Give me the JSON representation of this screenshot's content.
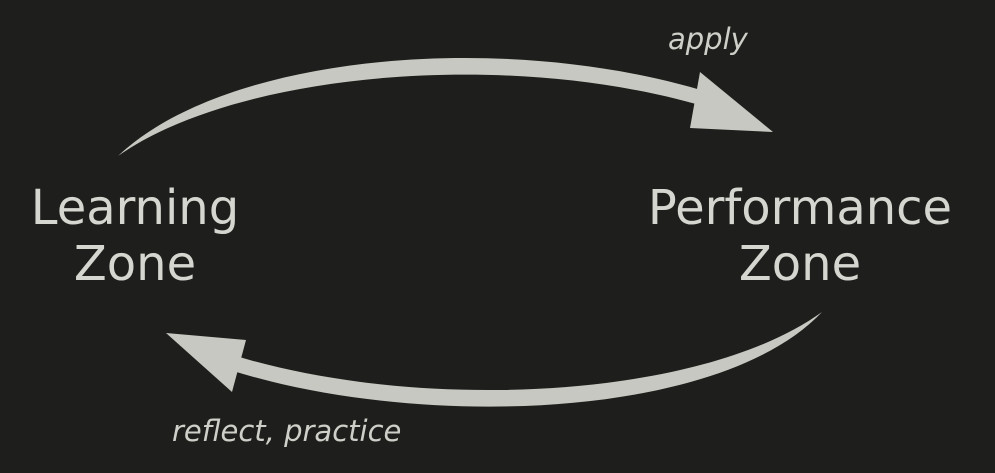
{
  "zones": {
    "left": [
      "Learning",
      "Zone"
    ],
    "right": [
      "Performance",
      "Zone"
    ]
  },
  "arrows": {
    "top_label": "apply",
    "bottom_label": "reflect, practice"
  },
  "colors": {
    "background": "#1e1e1c",
    "arrow": "#c8c8c2",
    "text": "#d6d6d0"
  }
}
